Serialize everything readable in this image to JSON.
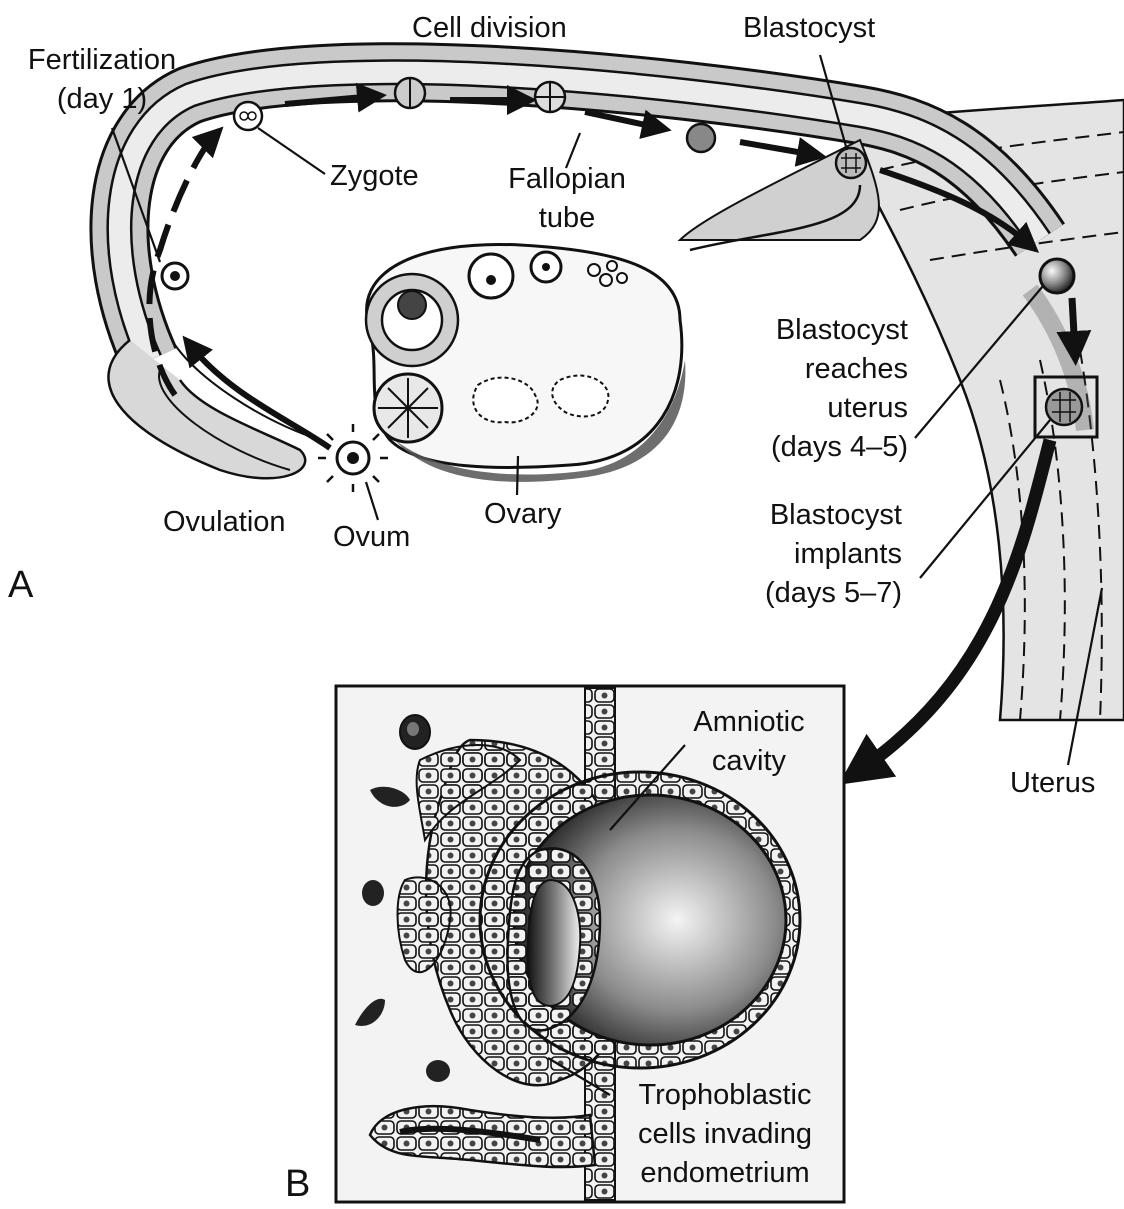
{
  "panel_a": {
    "letter": "A",
    "labels": {
      "fertilization": [
        "Fertilization",
        "(day 1)"
      ],
      "cell_division": "Cell division",
      "blastocyst": "Blastocyst",
      "zygote": "Zygote",
      "fallopian_tube": [
        "Fallopian",
        "tube"
      ],
      "blastocyst_reaches": [
        "Blastocyst",
        "reaches",
        "uterus",
        "(days 4–5)"
      ],
      "blastocyst_implants": [
        "Blastocyst",
        "implants",
        "(days 5–7)"
      ],
      "ovulation": "Ovulation",
      "ovum": "Ovum",
      "ovary": "Ovary",
      "uterus": "Uterus"
    }
  },
  "panel_b": {
    "letter": "B",
    "labels": {
      "amniotic_cavity": [
        "Amniotic",
        "cavity"
      ],
      "trophoblastic": [
        "Trophoblastic",
        "cells invading",
        "endometrium"
      ]
    }
  },
  "colors": {
    "ink": "#111111",
    "shade": "#9a9a9a",
    "light_shade": "#d6d6d6",
    "paper": "#ffffff"
  }
}
